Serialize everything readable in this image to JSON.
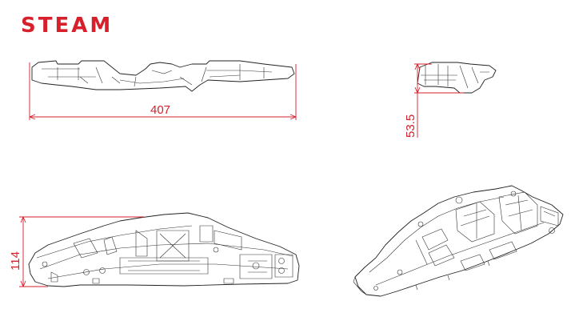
{
  "brand": {
    "name": "STEAM"
  },
  "dimensions": {
    "length": "407",
    "width": "53.5",
    "height": "114"
  },
  "colors": {
    "accent": "#d6202b",
    "line": "#222222",
    "background": "#ffffff"
  },
  "views": [
    "top-view",
    "end-view",
    "side-view",
    "isometric-view"
  ]
}
